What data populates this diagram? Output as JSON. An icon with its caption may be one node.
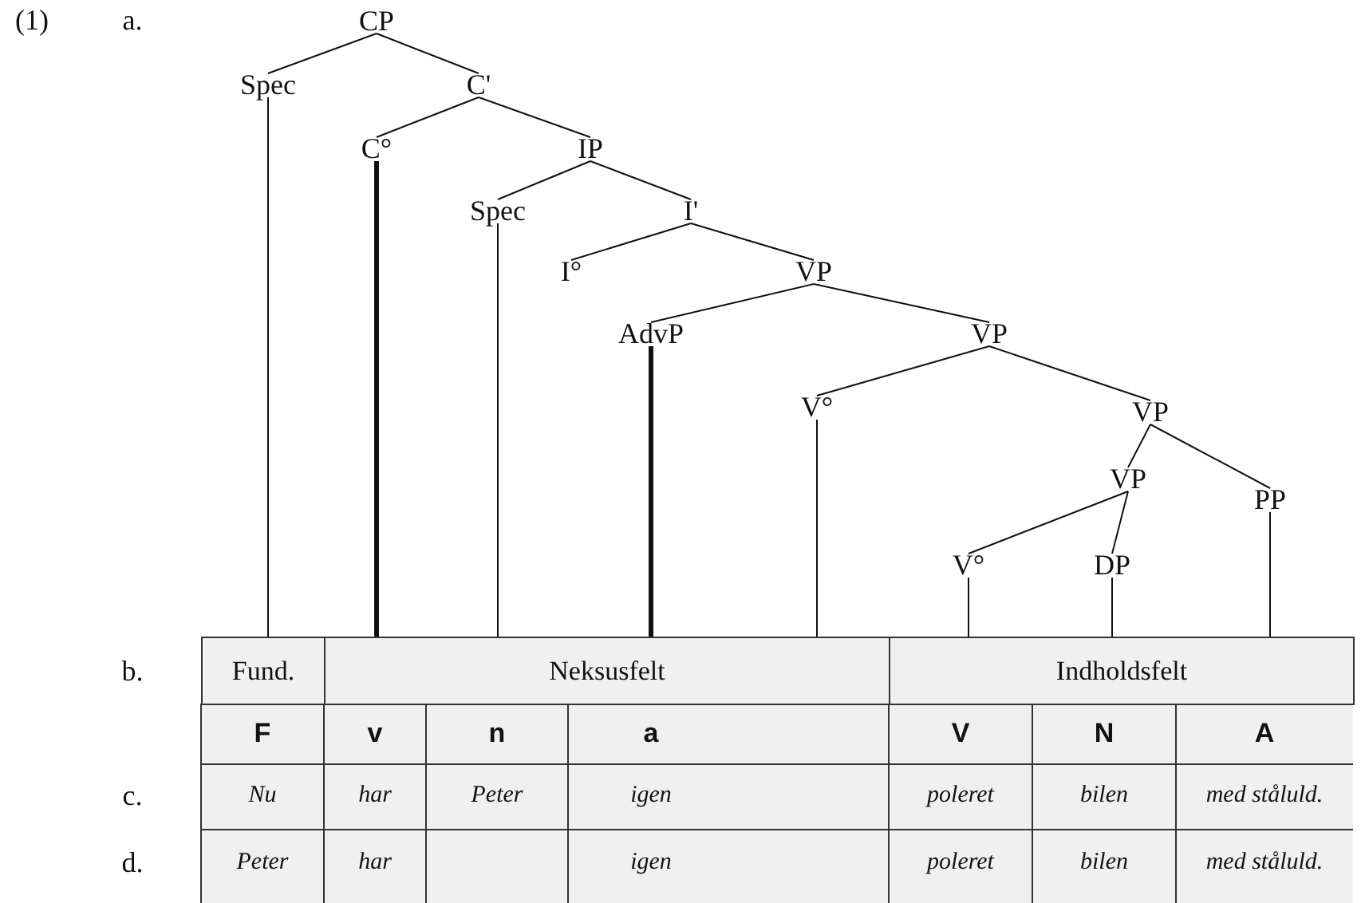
{
  "diagram": {
    "nodes": [
      {
        "text": [
          "CP"
        ]
      },
      {
        "text": [
          "Spec"
        ]
      },
      {
        "text": [
          "C'"
        ]
      },
      {
        "text": [
          "C°"
        ]
      },
      {
        "text": [
          "IP"
        ]
      },
      {
        "text": [
          "Spec"
        ]
      },
      {
        "text": [
          "I'"
        ]
      },
      {
        "text": [
          "I°"
        ]
      },
      {
        "text": [
          "VP"
        ]
      },
      {
        "text": [
          "AdvP"
        ]
      },
      {
        "text": [
          "VP"
        ]
      },
      {
        "text": [
          "V°"
        ]
      },
      {
        "text": [
          "VP"
        ]
      },
      {
        "text": [
          "VP"
        ]
      },
      {
        "text": [
          "PP"
        ]
      },
      {
        "text": [
          "V°"
        ]
      },
      {
        "text": [
          "DP"
        ]
      },
      {
        "text": [
          "Fund."
        ]
      },
      {
        "text": [
          "Neksusfelt"
        ]
      },
      {
        "text": [
          "Indholdsfelt"
        ]
      }
    ],
    "edges": [
      {
        "from": 0,
        "to": 1,
        "arrow": "none"
      },
      {
        "from": 0,
        "to": 2,
        "arrow": "none"
      },
      {
        "from": 2,
        "to": 3,
        "arrow": "none"
      },
      {
        "from": 2,
        "to": 4,
        "arrow": "none"
      },
      {
        "from": 4,
        "to": 5,
        "arrow": "none"
      },
      {
        "from": 4,
        "to": 6,
        "arrow": "none"
      },
      {
        "from": 6,
        "to": 7,
        "arrow": "none"
      },
      {
        "from": 6,
        "to": 8,
        "arrow": "none"
      },
      {
        "from": 8,
        "to": 9,
        "arrow": "none"
      },
      {
        "from": 8,
        "to": 10,
        "arrow": "none"
      },
      {
        "from": 10,
        "to": 11,
        "arrow": "none"
      },
      {
        "from": 10,
        "to": 12,
        "arrow": "none"
      },
      {
        "from": 12,
        "to": 13,
        "arrow": "none"
      },
      {
        "from": 12,
        "to": 14,
        "arrow": "none"
      },
      {
        "from": 13,
        "to": 15,
        "arrow": "none"
      },
      {
        "from": 13,
        "to": 16,
        "arrow": "none"
      },
      {
        "from": 1,
        "to": 17,
        "arrow": "none"
      },
      {
        "from": 3,
        "to": 18,
        "arrow": "none",
        "style": "thick"
      },
      {
        "from": 5,
        "to": 18,
        "arrow": "none"
      },
      {
        "from": 9,
        "to": 18,
        "arrow": "none",
        "style": "thick"
      },
      {
        "from": 11,
        "to": 18,
        "arrow": "none"
      },
      {
        "from": 15,
        "to": 19,
        "arrow": "none"
      },
      {
        "from": 16,
        "to": 19,
        "arrow": "none"
      },
      {
        "from": 14,
        "to": 19,
        "arrow": "none"
      }
    ],
    "labels": [
      "(1)",
      "a.",
      "b.",
      "F",
      "v",
      "n",
      "a",
      "V",
      "N",
      "A",
      "c.",
      "Nu",
      "har",
      "Peter",
      "igen",
      "poleret",
      "bilen",
      "med ståluld.",
      "d.",
      "Peter",
      "har",
      "igen",
      "poleret",
      "bilen",
      "med ståluld."
    ]
  }
}
